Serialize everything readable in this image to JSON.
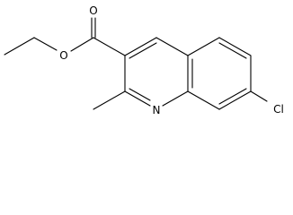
{
  "atoms": {
    "o_carbonyl": "O",
    "o_ester": "O",
    "n_ring": "N",
    "cl": "Cl"
  }
}
